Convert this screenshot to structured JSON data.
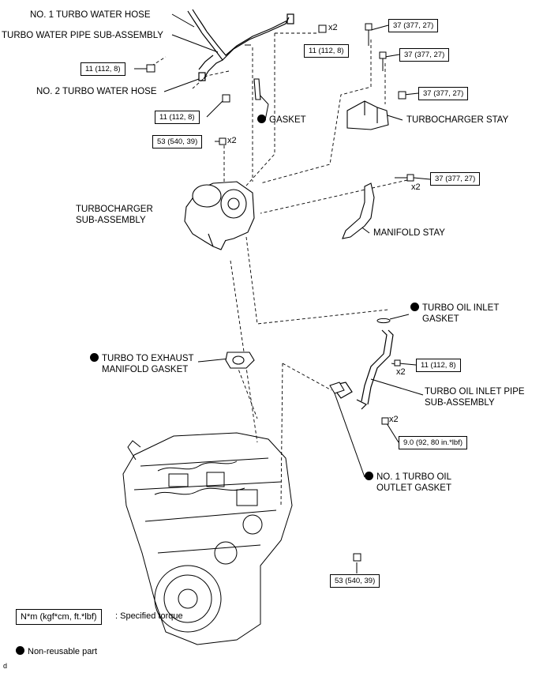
{
  "labels": {
    "no1_turbo_water_hose": "NO. 1 TURBO WATER HOSE",
    "turbo_water_pipe": "TURBO WATER PIPE SUB-ASSEMBLY",
    "no2_turbo_water_hose": "NO. 2 TURBO WATER HOSE",
    "gasket": "GASKET",
    "turbocharger_stay": "TURBOCHARGER STAY",
    "turbocharger_sub_1": "TURBOCHARGER",
    "turbocharger_sub_2": "SUB-ASSEMBLY",
    "manifold_stay": "MANIFOLD STAY",
    "turbo_oil_inlet_gasket_1": "TURBO OIL INLET",
    "turbo_oil_inlet_gasket_2": "GASKET",
    "turbo_exhaust_gasket_1": "TURBO TO EXHAUST",
    "turbo_exhaust_gasket_2": "MANIFOLD GASKET",
    "turbo_oil_inlet_pipe_1": "TURBO OIL INLET PIPE",
    "turbo_oil_inlet_pipe_2": "SUB-ASSEMBLY",
    "no1_turbo_oil_outlet_1": "NO. 1 TURBO OIL",
    "no1_turbo_oil_outlet_2": "OUTLET GASKET"
  },
  "torques": {
    "t1": "11 (112, 8)",
    "t2": "11 (112, 8)",
    "t3": "11 (112, 8)",
    "t4": "37 (377, 27)",
    "t5": "37 (377, 27)",
    "t6": "37 (377, 27)",
    "t7": "53 (540, 39)",
    "t8": "37 (377, 27)",
    "t9": "11 (112, 8)",
    "t10": "9.0 (92, 80 in.*lbf)",
    "t11": "53 (540, 39)"
  },
  "quantities": {
    "q1": "x2",
    "q2": "x2",
    "q3": "x2",
    "q4": "x2",
    "q5": "x2"
  },
  "legend": {
    "torque_unit": "N*m (kgf*cm, ft.*lbf)",
    "torque_desc": ": Specified torque",
    "nonreusable": "Non-reusable part"
  },
  "corner_mark": "d"
}
